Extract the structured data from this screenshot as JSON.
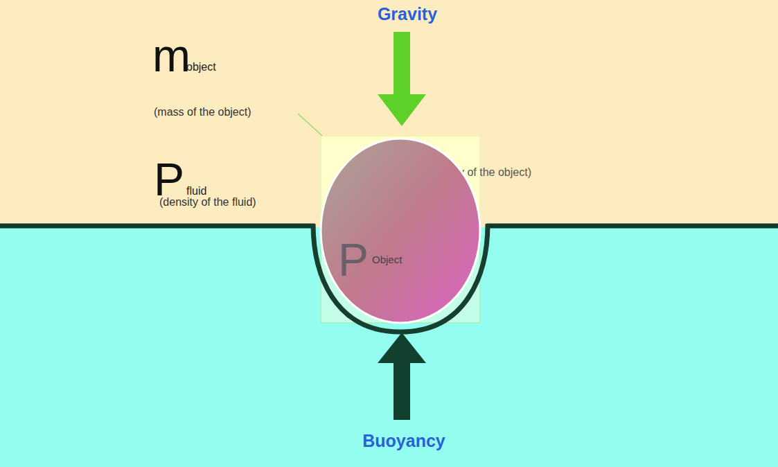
{
  "diagram": {
    "nodes": [
      {
        "text": [
          "P",
          "Object"
        ]
      }
    ],
    "labels": [
      "Gravity",
      "m",
      "object",
      "(mass of the object)",
      "(density of the object)",
      "P",
      "fluid",
      "(density of the fluid)",
      "Buoyancy"
    ]
  }
}
